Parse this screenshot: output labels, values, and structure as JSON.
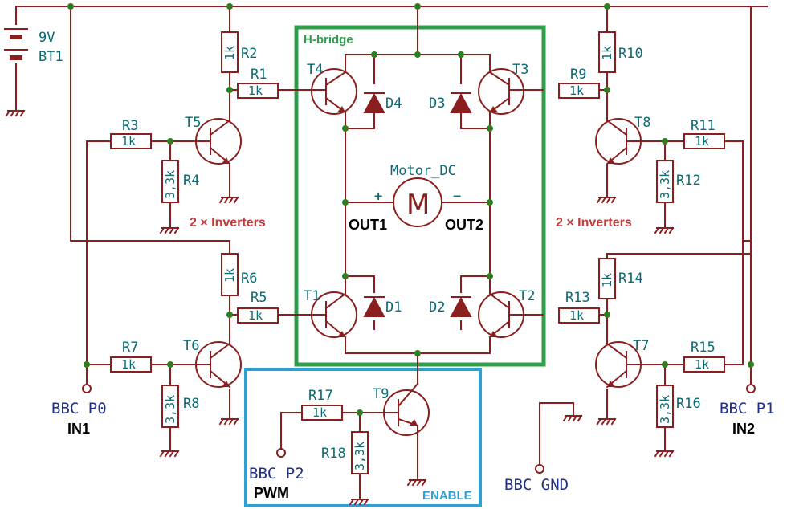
{
  "groups": {
    "hbridge": "H-bridge",
    "enable": "ENABLE"
  },
  "battery": {
    "voltage": "9V",
    "ref": "BT1"
  },
  "motor": {
    "ref": "Motor_DC",
    "symbol": "M",
    "plus": "+",
    "minus": "−",
    "out1": "OUT1",
    "out2": "OUT2"
  },
  "inverters": {
    "left": "2 × Inverters",
    "right": "2 × Inverters"
  },
  "resistors": {
    "R1": {
      "ref": "R1",
      "value": "1k"
    },
    "R2": {
      "ref": "R2",
      "value": "1k"
    },
    "R3": {
      "ref": "R3",
      "value": "1k"
    },
    "R4": {
      "ref": "R4",
      "value": "3,3k"
    },
    "R5": {
      "ref": "R5",
      "value": "1k"
    },
    "R6": {
      "ref": "R6",
      "value": "1k"
    },
    "R7": {
      "ref": "R7",
      "value": "1k"
    },
    "R8": {
      "ref": "R8",
      "value": "3,3k"
    },
    "R9": {
      "ref": "R9",
      "value": "1k"
    },
    "R10": {
      "ref": "R10",
      "value": "1k"
    },
    "R11": {
      "ref": "R11",
      "value": "1k"
    },
    "R12": {
      "ref": "R12",
      "value": "3,3k"
    },
    "R13": {
      "ref": "R13",
      "value": "1k"
    },
    "R14": {
      "ref": "R14",
      "value": "1k"
    },
    "R15": {
      "ref": "R15",
      "value": "1k"
    },
    "R16": {
      "ref": "R16",
      "value": "3,3k"
    },
    "R17": {
      "ref": "R17",
      "value": "1k"
    },
    "R18": {
      "ref": "R18",
      "value": "3,3k"
    }
  },
  "transistors": [
    "T1",
    "T2",
    "T3",
    "T4",
    "T5",
    "T6",
    "T7",
    "T8",
    "T9"
  ],
  "diodes": [
    "D1",
    "D2",
    "D3",
    "D4"
  ],
  "pins": {
    "p0": {
      "name": "BBC P0",
      "role": "IN1"
    },
    "p1": {
      "name": "BBC P1",
      "role": "IN2"
    },
    "p2": {
      "name": "BBC P2",
      "role": "PWM"
    },
    "gnd": {
      "name": "BBC GND"
    }
  },
  "colors": {
    "wire": "#8b1f1f",
    "hbridge_box": "#2f9e4a",
    "enable_box": "#2fa0d0",
    "label": "#0b6a72",
    "pin": "#1f2f8a",
    "inverter_text": "#c23b3b"
  }
}
